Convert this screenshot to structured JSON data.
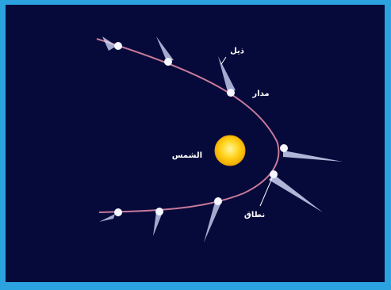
{
  "diagram": {
    "labels": {
      "sun": "الشمس",
      "orbit": "مدار",
      "tail": "ذيل",
      "nucleus": "نطاق"
    },
    "colors": {
      "frame": "#2aa3e0",
      "space": "#060a3a",
      "orbit": "#c87a9a",
      "sun": "#ffd21a",
      "comet": "#eef2ff"
    }
  }
}
